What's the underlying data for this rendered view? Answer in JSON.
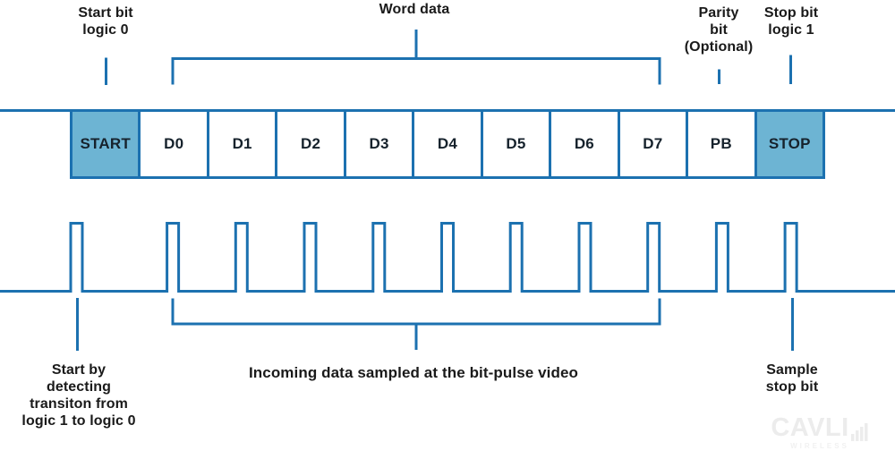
{
  "colors": {
    "line_blue": "#1c71b0",
    "box_fill_blue": "#6db4d3",
    "text": "#1a1a1a",
    "watermark": "#ececec"
  },
  "frame_boxes": [
    "START",
    "D0",
    "D1",
    "D2",
    "D3",
    "D4",
    "D5",
    "D6",
    "D7",
    "PB",
    "STOP"
  ],
  "labels": {
    "start_bit": "Start bit\nlogic 0",
    "word_data": "Word data",
    "parity_bit": "Parity\nbit\n(Optional)",
    "stop_bit": "Stop bit\nlogic 1",
    "start_detect": "Start by\ndetecting\ntransiton from\nlogic 1 to logic 0",
    "incoming_data": "Incoming data sampled at the bit-pulse video",
    "sample_stop": "Sample\nstop bit"
  },
  "watermark": {
    "brand": "CAVLI",
    "tagline": "WIRELESS"
  }
}
